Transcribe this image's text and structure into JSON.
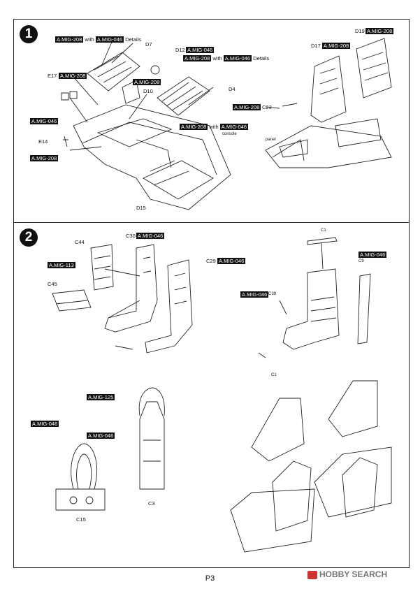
{
  "page_number": "P3",
  "watermark": "HOBBY SEARCH",
  "step1": {
    "number": "1",
    "tags": {
      "panel_top": "A.MIG-208",
      "panel_top_b": "A.MIG-046",
      "d12_tag": "A.MIG-046",
      "d4_a": "A.MIG-208",
      "d4_b": "A.MIG-046",
      "e17_tag": "A.MIG-208",
      "d10_tag": "A.MIG-208",
      "e14_a": "A.MIG-046",
      "e14_b": "A.MIG-208",
      "console_a": "A.MIG-208",
      "console_b": "A.MIG-046",
      "d19_tag": "A.MIG-208",
      "d17_tag": "A.MIG-208",
      "c23_tag": "A.MIG-208"
    },
    "text": {
      "with1": "with",
      "details1": "Details",
      "with2": "with",
      "details2": "Details",
      "with3": "with",
      "console": "console",
      "d7": "D7",
      "d12": "D12",
      "e17": "E17",
      "d10": "D10",
      "d4": "D4",
      "e14": "E14",
      "d15": "D15",
      "d19": "D19",
      "d17": "D17",
      "c23": "C23",
      "panel": "panel"
    }
  },
  "step2": {
    "number": "2",
    "tags": {
      "c30_tag": "A.MIG-046",
      "c29_tag": "A.MIG-046",
      "c44_tag": "A.MIG-113",
      "right_tag": "A.MIG-046",
      "c39_tag": "A.MIG-046",
      "belt_125": "A.MIG-125",
      "belt_046": "A.MIG-046",
      "c15_tag": "A.MIG-046"
    },
    "text": {
      "c30": "C30",
      "c29": "C29",
      "c44": "C44",
      "c45": "C45",
      "c1a": "C1",
      "c9": "C9",
      "c39": "C39",
      "c1b": "C1",
      "c3": "C3",
      "c15": "C15"
    }
  }
}
